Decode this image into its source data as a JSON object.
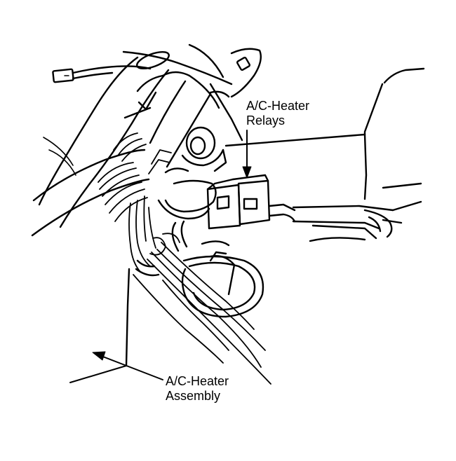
{
  "labels": {
    "relays": {
      "line1": "A/C-Heater",
      "line2": "Relays"
    },
    "assembly": {
      "line1": "A/C-Heater",
      "line2": "Assembly"
    }
  },
  "colors": {
    "ink": "#000000",
    "background": "#ffffff"
  }
}
